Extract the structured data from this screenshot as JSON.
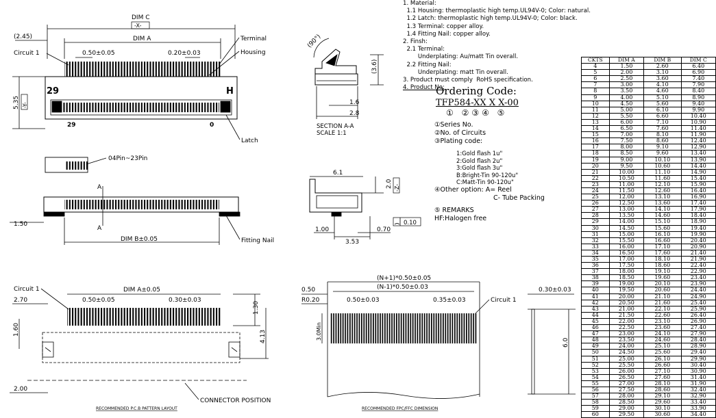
{
  "notes": [
    "1. Material:",
    "  1.1 Housing: thermoplastic high temp.UL94V-0; Color: natural.",
    "  1.2 Latch: thermoplastic high temp.UL94V-0; Color: black.",
    "  1.3 Terminal: copper alloy.",
    "  1.4 Fitting Nail: copper alloy.",
    "2. Finsh:",
    "  2.1 Terminal:",
    "        Underplating: Au/matt Tin overall.",
    "  2.2 Fitting Nail:",
    "        Underplating: matt Tin overall.",
    "3. Product must comply  RoHS specification.",
    "4. Product No:"
  ],
  "ordering": {
    "title": "Ordering Code:",
    "code": "TFP584-XX X X-00",
    "numbers": "① ②③④ ⑤",
    "items": [
      "①Series No.",
      "②No. of Circuits",
      "③Plating code:"
    ],
    "plating": [
      "1:Gold flash 1u\"",
      "2:Gold flash 2u\"",
      "3:Gold flash 3u\"",
      "B:Bright-Tin 90-120u\"",
      "C:Matt-Tin 90-120u\""
    ],
    "other_a": "④Other option: A= Reel",
    "other_c": "C- Tube Packing",
    "remarks": "⑤ REMARKS",
    "hf": "HF:Halogen free"
  },
  "table": {
    "headers": [
      "CKTS",
      "DIM A",
      "DIM B",
      "DIM C"
    ],
    "rows": [
      [
        "4",
        "1.50",
        "2.60",
        "6.40"
      ],
      [
        "5",
        "2.00",
        "3.10",
        "6.90"
      ],
      [
        "6",
        "2.50",
        "3.60",
        "7.40"
      ],
      [
        "7",
        "3.00",
        "4.10",
        "7.90"
      ],
      [
        "8",
        "3.50",
        "4.60",
        "8.40"
      ],
      [
        "9",
        "4.00",
        "5.10",
        "8.90"
      ],
      [
        "10",
        "4.50",
        "5.60",
        "9.40"
      ],
      [
        "11",
        "5.00",
        "6.10",
        "9.90"
      ],
      [
        "12",
        "5.50",
        "6.60",
        "10.40"
      ],
      [
        "13",
        "6.00",
        "7.10",
        "10.90"
      ],
      [
        "14",
        "6.50",
        "7.60",
        "11.40"
      ],
      [
        "15",
        "7.00",
        "8.10",
        "11.90"
      ],
      [
        "16",
        "7.50",
        "8.60",
        "12.40"
      ],
      [
        "17",
        "8.00",
        "9.10",
        "12.90"
      ],
      [
        "18",
        "8.50",
        "9.60",
        "13.40"
      ],
      [
        "19",
        "9.00",
        "10.10",
        "13.90"
      ],
      [
        "20",
        "9.50",
        "10.60",
        "14.40"
      ],
      [
        "21",
        "10.00",
        "11.10",
        "14.90"
      ],
      [
        "22",
        "10.50",
        "11.60",
        "15.40"
      ],
      [
        "23",
        "11.00",
        "12.10",
        "15.90"
      ],
      [
        "24",
        "11.50",
        "12.60",
        "16.40"
      ],
      [
        "25",
        "12.00",
        "13.10",
        "16.90"
      ],
      [
        "26",
        "12.50",
        "13.60",
        "17.40"
      ],
      [
        "27",
        "13.00",
        "14.10",
        "17.90"
      ],
      [
        "28",
        "13.50",
        "14.60",
        "18.40"
      ],
      [
        "29",
        "14.00",
        "15.10",
        "18.90"
      ],
      [
        "30",
        "14.50",
        "15.60",
        "19.40"
      ],
      [
        "31",
        "15.00",
        "16.10",
        "19.90"
      ],
      [
        "32",
        "15.50",
        "16.60",
        "20.40"
      ],
      [
        "33",
        "16.00",
        "17.10",
        "20.90"
      ],
      [
        "34",
        "16.50",
        "17.60",
        "21.40"
      ],
      [
        "35",
        "17.00",
        "18.10",
        "21.90"
      ],
      [
        "36",
        "17.50",
        "18.60",
        "22.40"
      ],
      [
        "37",
        "18.00",
        "19.10",
        "22.90"
      ],
      [
        "38",
        "18.50",
        "19.60",
        "23.40"
      ],
      [
        "39",
        "19.00",
        "20.10",
        "23.90"
      ],
      [
        "40",
        "19.50",
        "20.60",
        "24.40"
      ],
      [
        "41",
        "20.00",
        "21.10",
        "24.90"
      ],
      [
        "42",
        "20.50",
        "21.60",
        "25.40"
      ],
      [
        "43",
        "21.00",
        "22.10",
        "25.90"
      ],
      [
        "44",
        "21.50",
        "22.60",
        "26.40"
      ],
      [
        "45",
        "22.00",
        "23.10",
        "26.90"
      ],
      [
        "46",
        "22.50",
        "23.60",
        "27.40"
      ],
      [
        "47",
        "23.00",
        "24.10",
        "27.90"
      ],
      [
        "48",
        "23.50",
        "24.60",
        "28.40"
      ],
      [
        "49",
        "24.00",
        "25.10",
        "28.90"
      ],
      [
        "50",
        "24.50",
        "25.60",
        "29.40"
      ],
      [
        "51",
        "25.00",
        "26.10",
        "29.90"
      ],
      [
        "52",
        "25.50",
        "26.60",
        "30.40"
      ],
      [
        "53",
        "26.00",
        "27.10",
        "30.90"
      ],
      [
        "54",
        "26.50",
        "27.60",
        "31.40"
      ],
      [
        "55",
        "27.00",
        "28.10",
        "31.90"
      ],
      [
        "56",
        "27.50",
        "28.60",
        "32.40"
      ],
      [
        "57",
        "28.00",
        "29.10",
        "32.90"
      ],
      [
        "58",
        "28.50",
        "29.60",
        "33.40"
      ],
      [
        "59",
        "29.00",
        "30.10",
        "33.90"
      ],
      [
        "60",
        "29.50",
        "30.60",
        "34.40"
      ]
    ]
  },
  "labels": {
    "dim_c": "DIM C",
    "x_box": "-X-",
    "dim_2_45": "(2.45)",
    "dim_a": "DIM A",
    "terminal": "Terminal",
    "circuit1": "Circuit 1",
    "housing": "Housing",
    "pitch1": "0.50±0.05",
    "pitch2": "0.20±0.03",
    "n29": "29",
    "nH": "H",
    "dim535": "5.35",
    "y_box": "-Y-",
    "n29b": "29",
    "n0": "0",
    "latch": "Latch",
    "pins": "04Pin~23Pin",
    "a_mark": "A",
    "a_mark2": "A",
    "dim150": "1.50",
    "dim_b": "DIM B±0.05",
    "fitting_nail": "Fitting Nail",
    "angle": "(90°)",
    "dim36": "(3.6)",
    "dim16": "1.6",
    "dim28": "2.8",
    "section": "SECTION A-A",
    "scale": "SCALE    1:1",
    "dim61": "6.1",
    "dim20": "2.0",
    "z_box": "-Z-",
    "dim100": "1.00",
    "dim070": "0.70",
    "dim353": "3.53",
    "flat": "0.10",
    "pcb_circuit1": "Circuit 1",
    "pcb_dima": "DIM A±0.05",
    "pcb_270": "2.70",
    "pcb_p1": "0.50±0.05",
    "pcb_p2": "0.30±0.03",
    "pcb_130": "1.30",
    "pcb_160": "1.60",
    "pcb_413": "4.13",
    "pcb_200": "2.00",
    "connector_pos": "CONNECTOR POSITION",
    "pcb_title": "RECOMMENDED P.C.B PATTERN LAYOUT",
    "fpc_n1": "(N+1)*0.50±0.05",
    "fpc_n2": "(N-1)*0.50±0.03",
    "fpc_050": "0.50",
    "fpc_r020": "R0.20",
    "fpc_p1": "0.50±0.03",
    "fpc_p2": "0.35±0.03",
    "fpc_circuit1": "Circuit 1",
    "fpc_030": "0.30±0.03",
    "fpc_3min": "3.0Min",
    "fpc_60": "6.0",
    "fpc_title": "RECOMMENDED FPC/FFC DIMENSION"
  }
}
